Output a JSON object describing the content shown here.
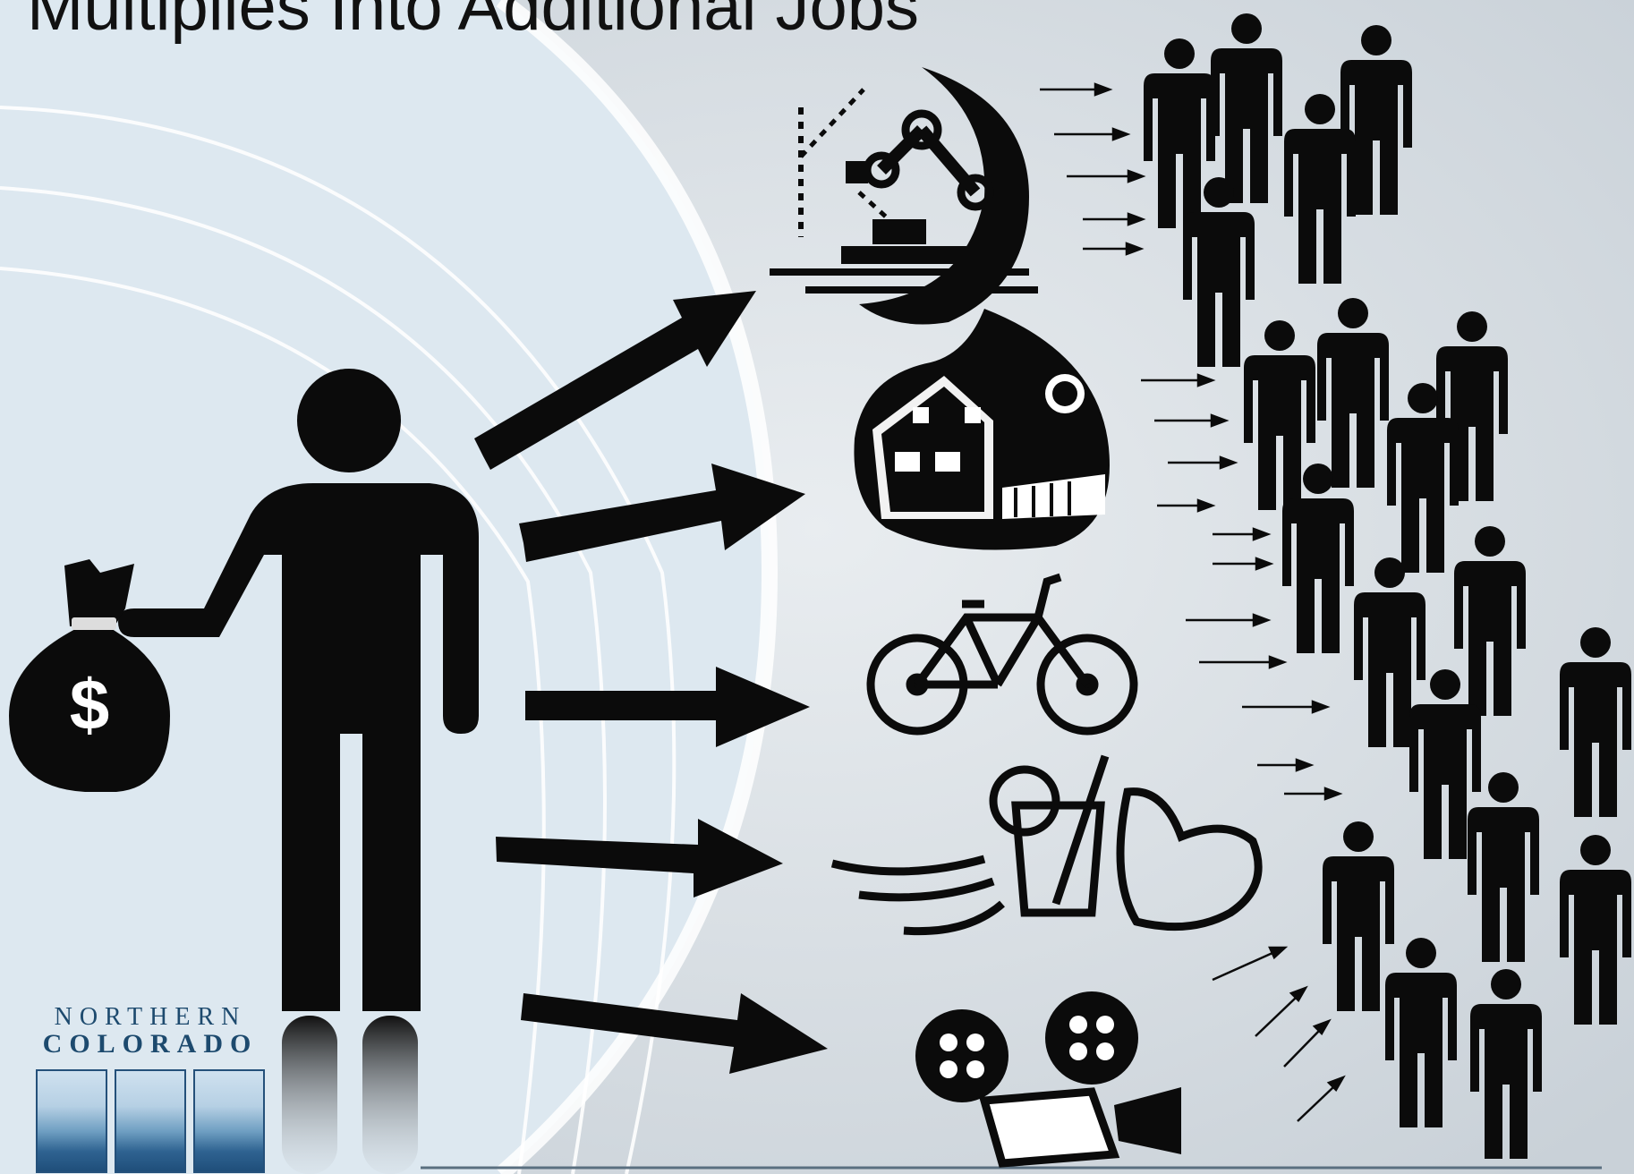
{
  "title": "Multiplies Into Additional Jobs",
  "money_bag_symbol": "$",
  "logo": {
    "line1": "NORTHERN",
    "line2": "COLORADO"
  },
  "sectors": [
    {
      "name": "robotic-manufacturing-icon"
    },
    {
      "name": "house-icon"
    },
    {
      "name": "bicycle-icon"
    },
    {
      "name": "food-drink-icon"
    },
    {
      "name": "film-camera-icon"
    }
  ],
  "colors": {
    "ink": "#0b0b0b",
    "background": "#e6edf2",
    "logo_blue": "#1d4a6e"
  }
}
